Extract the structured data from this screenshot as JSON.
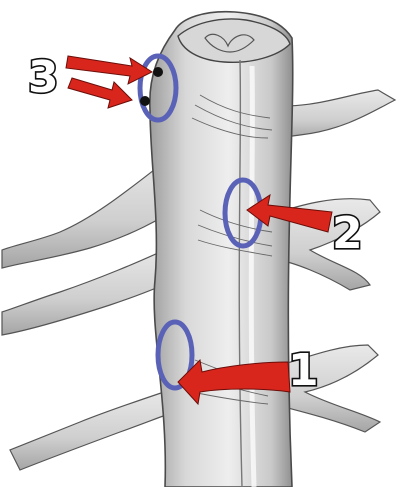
{
  "labels": {
    "one": "1",
    "two": "2",
    "three": "3"
  },
  "colors": {
    "arrow": "#d9261c",
    "ring": "#5a62b8",
    "dot": "#111111",
    "cord_light": "#e6e6e6",
    "cord_shadow": "#9a9a9a",
    "outline": "#4a4a4a"
  }
}
